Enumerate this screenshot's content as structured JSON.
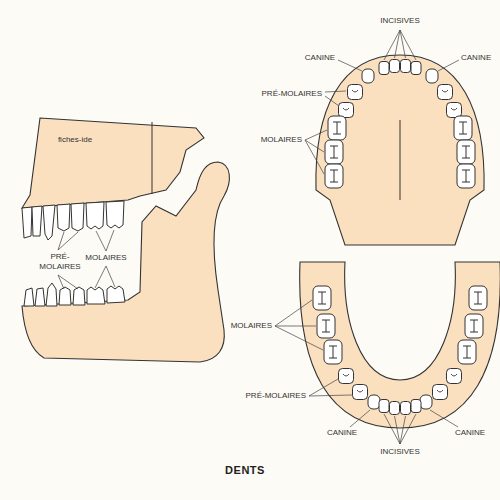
{
  "diagram": {
    "title": "DENTS",
    "labels": [
      "fiches-ide",
      "PRÉ- MOLAIRES",
      "MOLAIRES",
      "INCISIVES",
      "CANINE",
      "CANINE",
      "PRÉ-MOLAIRES",
      "MOLAIRES",
      "MOLAIRES",
      "PRÉ-MOLAIRES",
      "CANINE",
      "CANINE",
      "INCISIVES"
    ]
  }
}
